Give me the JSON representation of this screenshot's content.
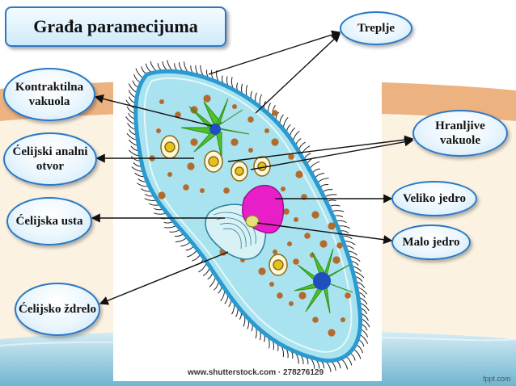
{
  "title": "Građa paramecijuma",
  "labels": {
    "treplje": "Treplje",
    "kontraktilna": "Kontraktilna vakuola",
    "analni": "Ćelijski analni otvor",
    "usta": "Ćelijska usta",
    "zdrelo": "Ćelijsko ždrelo",
    "hranljive": "Hranljive vakuole",
    "veliko_jedro": "Veliko jedro",
    "malo_jedro": "Malo jedro"
  },
  "watermark": "www.shutterstock.com · 278276129",
  "footer": "fppt.com",
  "colors": {
    "accent": "#2a78c6",
    "cytoplasm": "#a8e3ef",
    "macronucleus": "#e81ec8",
    "nucleus_blue": "#1f4fbf",
    "vacuole_green": "#4fbf2a"
  }
}
